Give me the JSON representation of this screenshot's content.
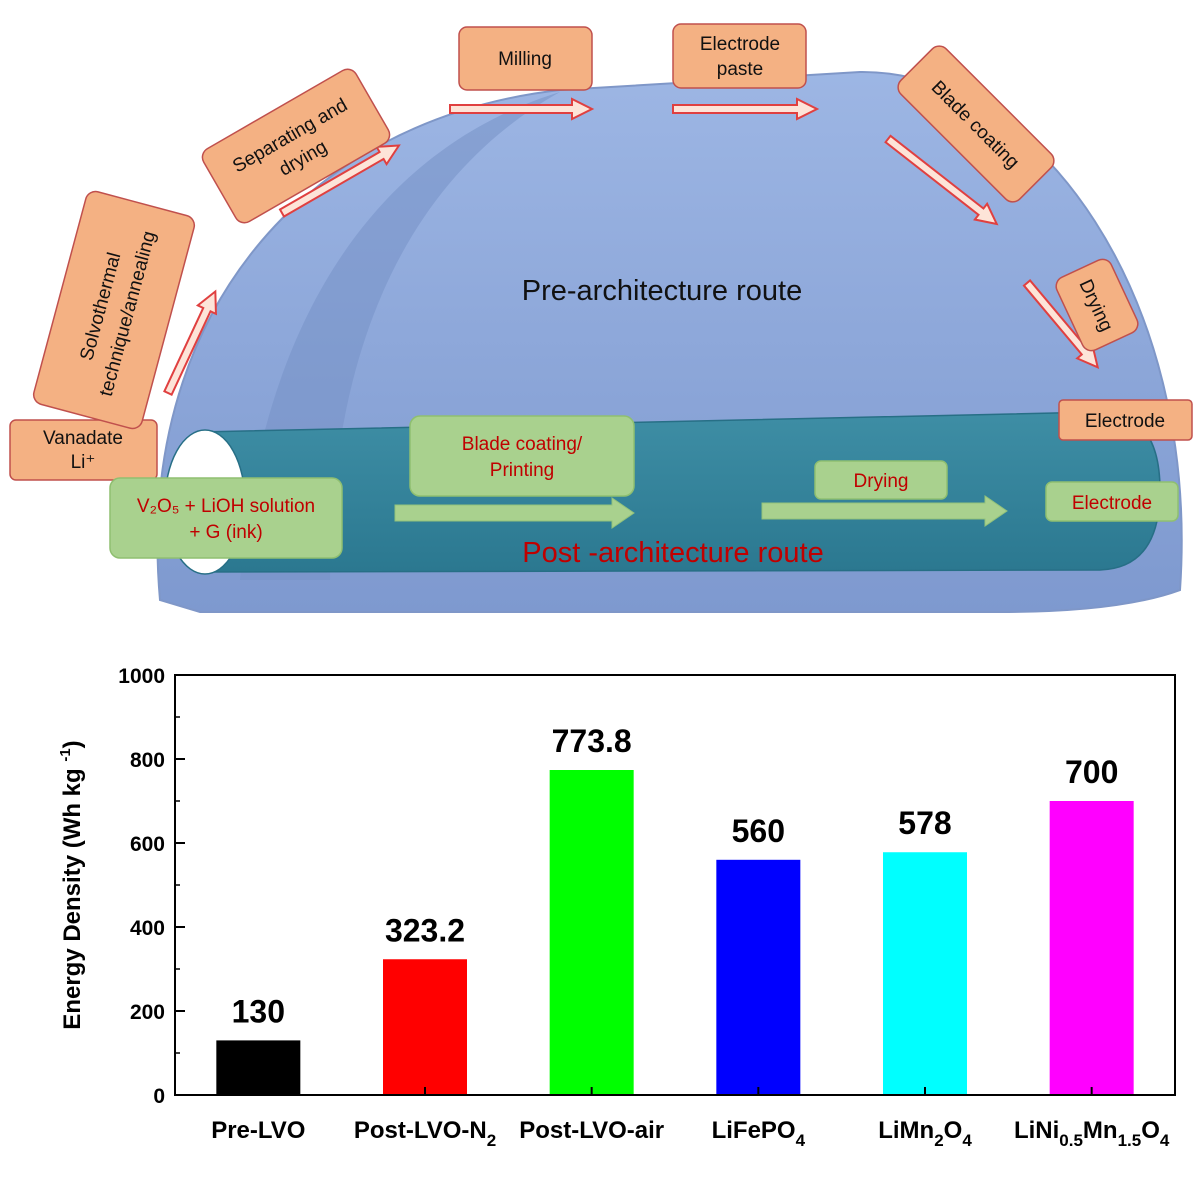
{
  "diagram": {
    "pre_route_title": "Pre-architecture  route",
    "post_route_title": "Post -architecture  route",
    "pre_steps": {
      "vanadate_line1": "Vanadate",
      "vanadate_line2": "Li⁺",
      "solvothermal_line1": "Solvothermal",
      "solvothermal_line2": "technique/annealing",
      "separating_line1": "Separating and",
      "separating_line2": "drying",
      "milling": "Milling",
      "paste_line1": "Electrode",
      "paste_line2": "paste",
      "blade_coating": "Blade coating",
      "drying": "Drying",
      "electrode": "Electrode"
    },
    "post_steps": {
      "ink_line1": "V₂O₅ + LiOH solution",
      "ink_line2": "+ G (ink)",
      "blade_line1": "Blade coating/",
      "blade_line2": "Printing",
      "drying": "Drying",
      "electrode": "Electrode"
    },
    "colors": {
      "pre_box_fill": "#f4b183",
      "pre_box_stroke": "#c0504d",
      "post_box_fill": "#a9d18e",
      "post_box_stroke": "#8fbf70",
      "pre_text": "#111111",
      "post_text": "#c00000",
      "dome": "#8faadc",
      "cylinder": "#31859c"
    }
  },
  "chart_data": {
    "type": "bar",
    "categories": [
      "Pre-LVO",
      "Post-LVO-N2",
      "Post-LVO-air",
      "LiFePO4",
      "LiMn2O4",
      "LiNi0.5Mn1.5O4"
    ],
    "values": [
      130,
      323.2,
      773.8,
      560,
      578,
      700
    ],
    "value_labels": [
      "130",
      "323.2",
      "773.8",
      "560",
      "578",
      "700"
    ],
    "colors": [
      "#000000",
      "#ff0000",
      "#00ff00",
      "#0000ff",
      "#00ffff",
      "#ff00ff"
    ],
    "title": "",
    "xlabel": "",
    "ylabel": "Energy Density (Wh kg-1)",
    "ylim": [
      0,
      1000
    ],
    "yticks": [
      0,
      200,
      400,
      600,
      800,
      1000
    ],
    "grid": false
  }
}
